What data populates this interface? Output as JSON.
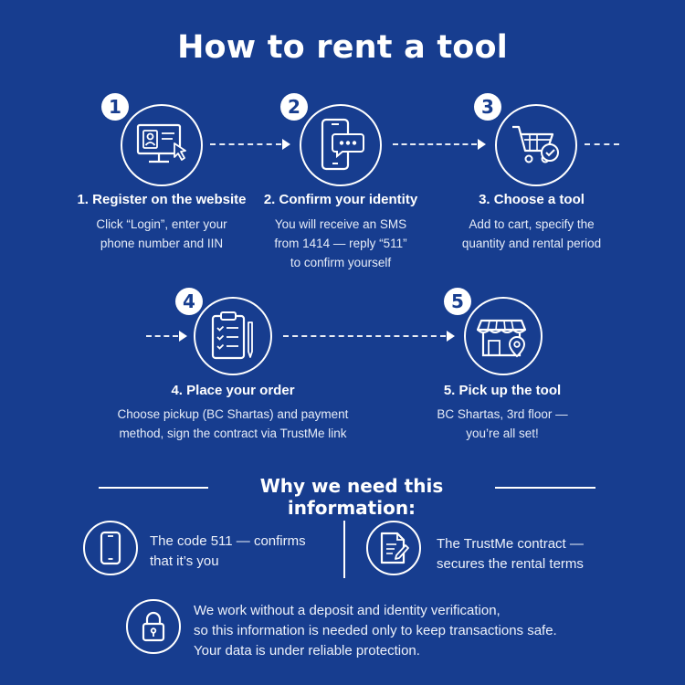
{
  "title": "How to rent a tool",
  "steps": [
    {
      "number": "1",
      "title": "1. Register on the website",
      "desc": [
        "Click “Login”, enter your",
        "phone number and IIN"
      ],
      "icon": "computer-user-icon"
    },
    {
      "number": "2",
      "title": "2. Confirm your identity",
      "desc": [
        "You will receive an SMS",
        "from 1414 — reply “511”",
        "to confirm yourself"
      ],
      "icon": "phone-message-icon"
    },
    {
      "number": "3",
      "title": "3. Choose a tool",
      "desc": [
        "Add to cart, specify the",
        "quantity and rental period"
      ],
      "icon": "cart-check-icon"
    },
    {
      "number": "4",
      "title": "4. Place your order",
      "desc": [
        "Choose pickup (BC Shartas) and payment",
        "method, sign the contract via TrustMe link"
      ],
      "icon": "clipboard-checklist-icon"
    },
    {
      "number": "5",
      "title": "5. Pick up the tool",
      "desc": [
        "BC Shartas, 3rd floor —",
        "you’re all set!"
      ],
      "icon": "store-location-icon"
    }
  ],
  "why": {
    "title": "Why we need this information:",
    "items": [
      {
        "lines": [
          "The code 511 — confirms",
          "that it’s you"
        ],
        "icon": "phone-icon"
      },
      {
        "lines": [
          "The TrustMe contract —",
          "secures the rental terms"
        ],
        "icon": "document-sign-icon"
      }
    ],
    "note": [
      "We work without a deposit and identity verification,",
      "so this information is needed only to keep transactions safe.",
      "Your data is under reliable protection."
    ],
    "note_icon": "lock-icon"
  },
  "colors": {
    "background": "#173d8f",
    "foreground": "#ffffff"
  }
}
